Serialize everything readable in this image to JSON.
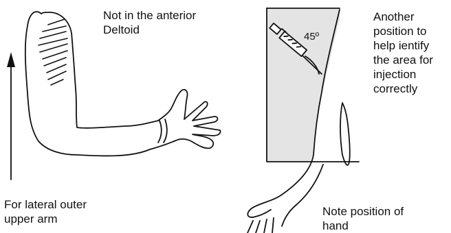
{
  "colors": {
    "ink": "#111111",
    "background": "#ffffff",
    "panel_fill": "#e4e4e4"
  },
  "left_figure": {
    "caption_top_lines": [
      "Not in the anterior",
      "Deltoid"
    ],
    "caption_bottom_lines": [
      "For lateral outer",
      "upper arm"
    ],
    "arrow_icon": "up-arrow-icon"
  },
  "right_figure": {
    "angle_label": "45º",
    "syringe_icon": "syringe-icon",
    "caption_right_lines": [
      "Another",
      "position to",
      "help ientify",
      "the area for",
      "injection",
      "correctly"
    ],
    "caption_bottom_lines": [
      "Note position of",
      "hand"
    ]
  }
}
